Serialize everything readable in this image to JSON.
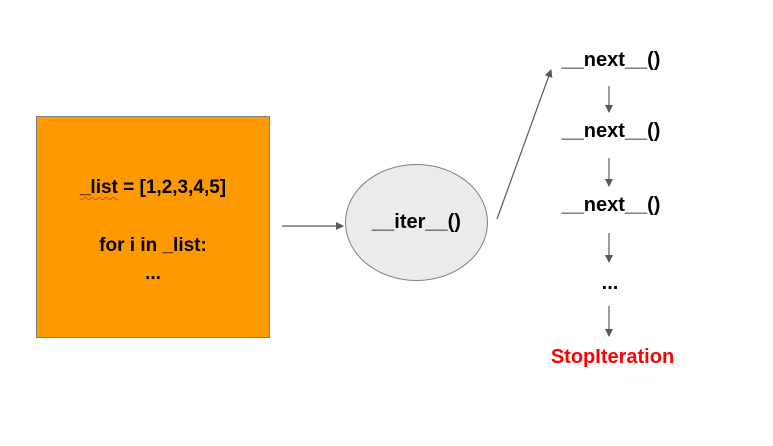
{
  "code_box": {
    "line1_prefix": "_list",
    "line1_suffix": " = [1,2,3,4,5]",
    "line2": "for i in _list:",
    "line3": "...",
    "fill_color": "#ff9900"
  },
  "iter_node": {
    "label": "__iter__()",
    "fill_color": "#ebebeb"
  },
  "chain": {
    "next_labels": [
      "__next__()",
      "__next__()",
      "__next__()"
    ],
    "ellipsis": "...",
    "end_label": "StopIteration",
    "end_color": "#ff0000"
  }
}
